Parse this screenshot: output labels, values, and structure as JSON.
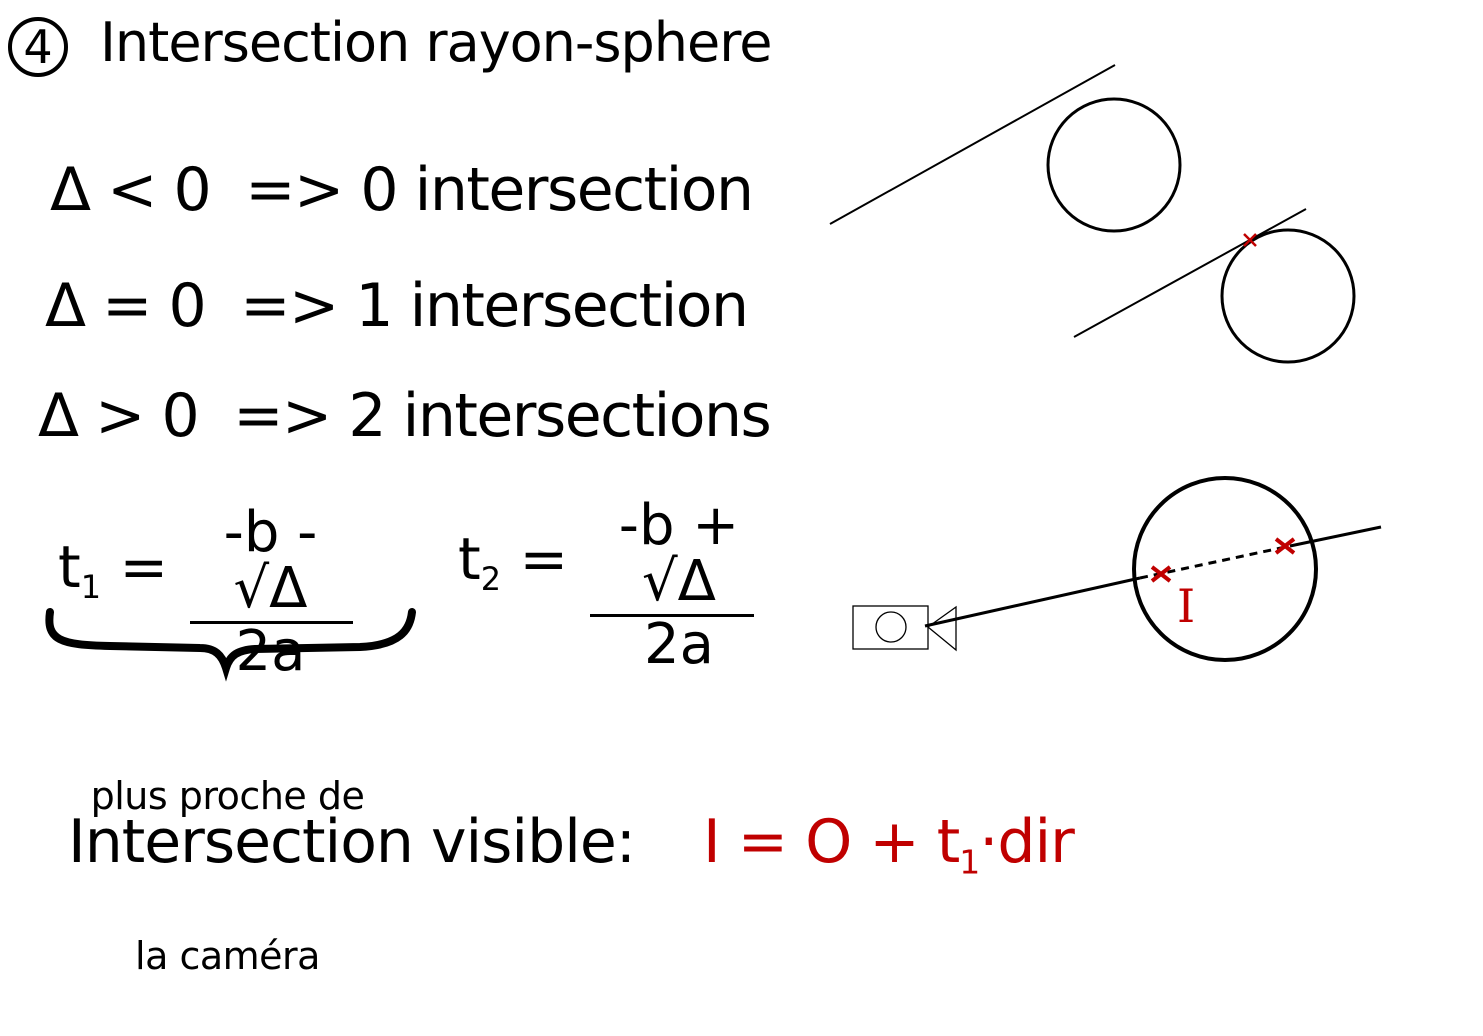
{
  "slide": {
    "number": "4",
    "title": "Intersection rayon-sphere"
  },
  "conditions": [
    {
      "text": "Δ < 0  => 0 intersection"
    },
    {
      "text": "Δ = 0  => 1 intersection"
    },
    {
      "text": "Δ > 0  => 2 intersections"
    }
  ],
  "formulas": {
    "t1": {
      "var": "t",
      "sub": "1",
      "eq": "=",
      "numerator": "-b - √Δ",
      "denominator": "2a"
    },
    "t2": {
      "var": "t",
      "sub": "2",
      "eq": "=",
      "numerator": "-b + √Δ",
      "denominator": "2a"
    },
    "brace_note_line1": "plus proche de",
    "brace_note_line2": "la caméra"
  },
  "conclusion": {
    "label": "Intersection visible:",
    "formula_pre": "I = O + t",
    "formula_sub": "1",
    "formula_post": "·dir"
  },
  "diagram": {
    "intersection_label": "I",
    "accent_color": "#c00000"
  }
}
